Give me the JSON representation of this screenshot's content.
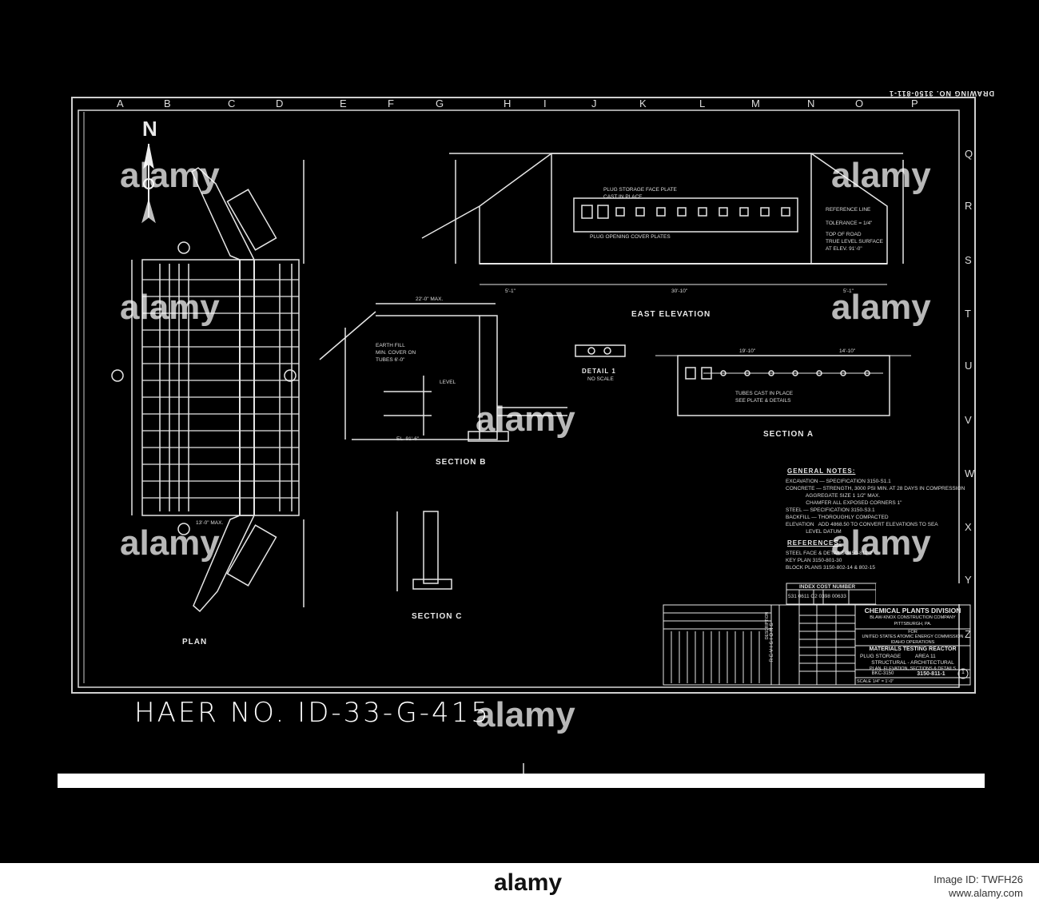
{
  "drawing": {
    "drawing_number_top": "DRAWING NO. 3150-811-1",
    "grid_columns": [
      "A",
      "B",
      "C",
      "D",
      "E",
      "F",
      "G",
      "H",
      "I",
      "J",
      "K",
      "L",
      "M",
      "N",
      "O",
      "P"
    ],
    "grid_rows": [
      "Q",
      "R",
      "S",
      "T",
      "U",
      "V",
      "W",
      "X",
      "Y",
      "Z"
    ],
    "north": "N",
    "views": {
      "plan": "PLAN",
      "east_elevation": "EAST ELEVATION",
      "section_a": "SECTION A",
      "section_b": "SECTION B",
      "section_c": "SECTION C",
      "detail_1": "DETAIL 1",
      "detail_1_scale": "NO SCALE"
    },
    "annotations": {
      "plug_storage_face_plate": "PLUG STORAGE FACE PLATE\nCAST IN PLACE",
      "plug_opening_cover_plates": "PLUG OPENING COVER PLATES",
      "reference_line": "REFERENCE LINE",
      "tolerance": "TOLERANCE = 1/4\"",
      "top_of_road": "TOP OF ROAD\nTRUE LEVEL SURFACE\nAT ELEV. 91'-0\"",
      "earth_fill": "EARTH FILL\nMIN. COVER ON\nTUBES 6'-0\"",
      "level": "LEVEL",
      "tubes_cast_in_place": "TUBES CAST IN PLACE\nSEE PLATE & DETAILS",
      "elev_left": "EL. 91'-6\"",
      "dim_30_10": "30'-10\"",
      "dim_5_1_left": "5'-1\"",
      "dim_5_1_right": "5'-1\"",
      "dim_19_10": "19'-10\"",
      "dim_14_10": "14'-10\"",
      "dim_22_0": "22'-0\" MAX.",
      "dim_13_0": "13'-0\" MAX."
    },
    "general_notes_title": "GENERAL NOTES:",
    "general_notes": "EXCAVATION — SPECIFICATION 3150-S1.1\nCONCRETE — STRENGTH, 3000 PSI MIN. AT 28 DAYS IN COMPRESSION\n              AGGREGATE SIZE 1 1/2\" MAX.\n              CHAMFER ALL EXPOSED CORNERS 1\"\nSTEEL — SPECIFICATION 3150-S3.1\nBACKFILL — THOROUGHLY COMPACTED\nELEVATION   ADD 4868.50 TO CONVERT ELEVATIONS TO SEA\n              LEVEL DATUM",
    "references_title": "REFERENCES:",
    "references": "STEEL FACE & DETAILS 3150-811-2\nKEY PLAN 3150-801-30\nBLOCK PLANS 3150-802-14 & 802-15",
    "index": {
      "title": "INDEX COST NUMBER",
      "values": "531 0611 C2 0398 00633"
    },
    "title_block": {
      "division": "CHEMICAL PLANTS DIVISION",
      "company": "BLAW-KNOX CONSTRUCTION COMPANY",
      "city": "PITTSBURGH, PA.",
      "for": "FOR",
      "client1": "UNITED STATES ATOMIC ENERGY COMMISSION",
      "client2": "IDAHO OPERATIONS",
      "project": "MATERIALS TESTING REACTOR",
      "line1": "PLUG STORAGE          AREA 11",
      "line2": "STRUCTURAL - ARCHITECTURAL",
      "line3": "PLAN, ELEVATION, SECTIONS & DETAILS",
      "contract_no": "BKC-3150",
      "drawing_no": "3150-811-1",
      "scale": "SCALE 1/4\" = 1'-0\"",
      "revision_label": "REVISIONS",
      "description_label": "DESCRIPTION",
      "sheet": "1"
    },
    "haer": "HAER NO. ID-33-G-415"
  },
  "watermarks": [
    "alamy",
    "alamy",
    "alamy",
    "alamy",
    "alamy",
    "alamy",
    "alamy",
    "alamy"
  ],
  "footer": {
    "brand": "alamy",
    "image_id": "Image ID: TWFH26",
    "site": "www.alamy.com"
  },
  "colors": {
    "background": "#000000",
    "linework": "#e8e8e8"
  }
}
